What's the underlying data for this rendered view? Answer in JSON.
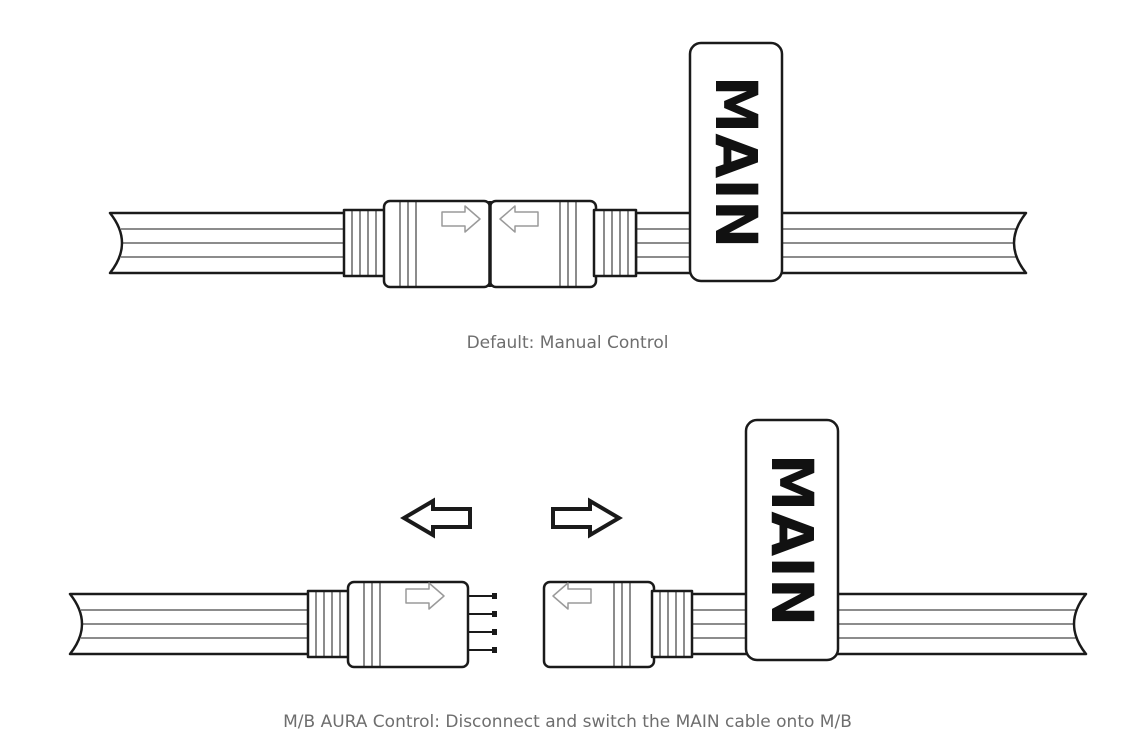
{
  "top_diagram": {
    "tag_label": "MAIN",
    "caption": "Default: Manual Control"
  },
  "bottom_diagram": {
    "tag_label": "MAIN",
    "caption": "M/B AURA Control: Disconnect and switch the MAIN cable onto M/B"
  },
  "colors": {
    "line": "#1a1a1a",
    "caption": "#6e6e6e",
    "arrow_outline": "#9a9a9a"
  }
}
